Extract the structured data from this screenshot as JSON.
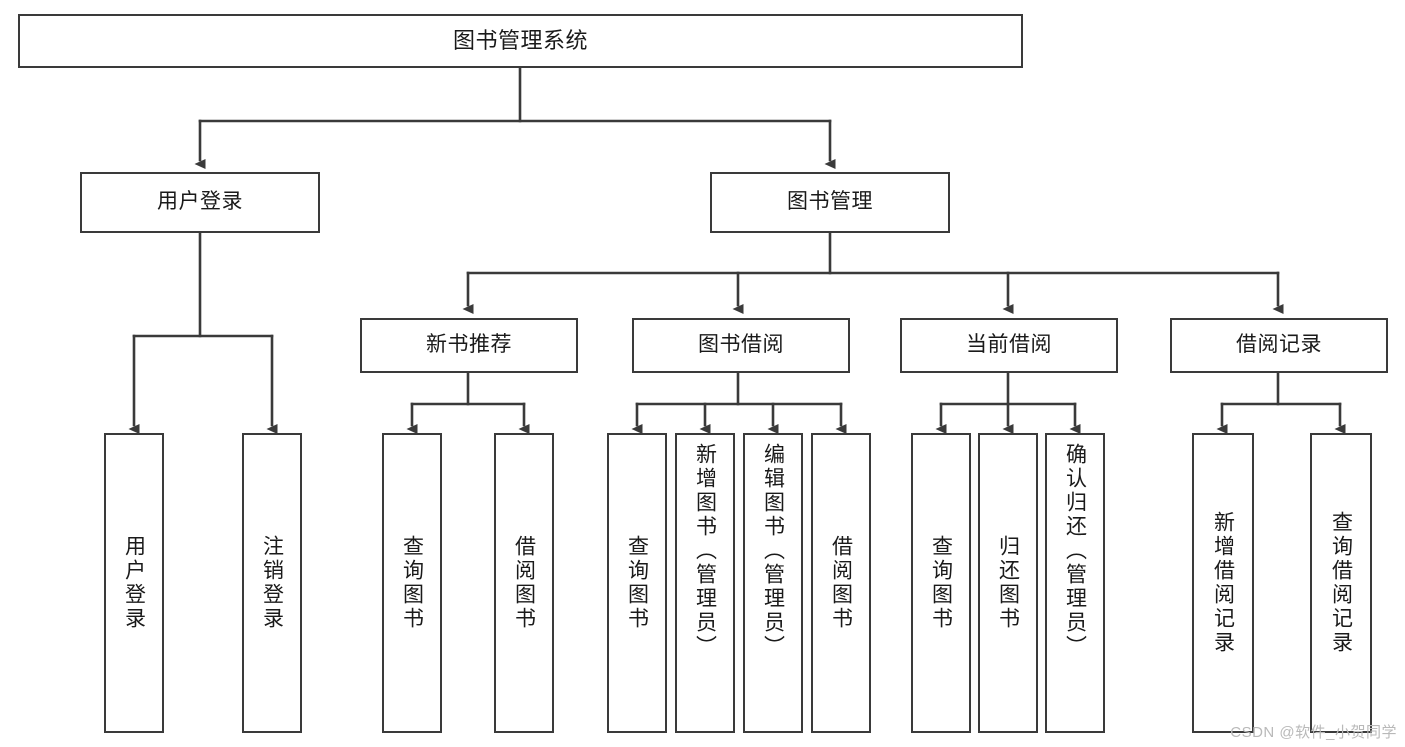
{
  "diagram": {
    "title": "图书管理系统",
    "type": "tree",
    "colors": {
      "box_border": "#3a3a3a",
      "box_fill": "#ffffff",
      "edge": "#3a3a3a",
      "text": "#1a1a1a",
      "background": "#ffffff",
      "watermark": "#b9b9b9"
    },
    "levels": {
      "level1": [
        {
          "id": "root",
          "label": "图书管理系统"
        }
      ],
      "level2": [
        {
          "id": "login",
          "label": "用户登录"
        },
        {
          "id": "bookmgmt",
          "label": "图书管理"
        }
      ],
      "level3": [
        {
          "id": "newbook",
          "label": "新书推荐"
        },
        {
          "id": "borrow",
          "label": "图书借阅"
        },
        {
          "id": "current",
          "label": "当前借阅"
        },
        {
          "id": "record",
          "label": "借阅记录"
        }
      ],
      "level4": [
        {
          "id": "leaf-user-login",
          "label": "用户登录",
          "parent": "login"
        },
        {
          "id": "leaf-logout",
          "label": "注销登录",
          "parent": "login"
        },
        {
          "id": "leaf-query-book-1",
          "label": "查询图书",
          "parent": "newbook"
        },
        {
          "id": "leaf-borrow-book-1",
          "label": "借阅图书",
          "parent": "newbook"
        },
        {
          "id": "leaf-query-book-2",
          "label": "查询图书",
          "parent": "borrow"
        },
        {
          "id": "leaf-add-book",
          "label": "新增图书（管理员）",
          "parent": "borrow"
        },
        {
          "id": "leaf-edit-book",
          "label": "编辑图书（管理员）",
          "parent": "borrow"
        },
        {
          "id": "leaf-borrow-book-2",
          "label": "借阅图书",
          "parent": "borrow"
        },
        {
          "id": "leaf-query-book-3",
          "label": "查询图书",
          "parent": "current"
        },
        {
          "id": "leaf-return-book",
          "label": "归还图书",
          "parent": "current"
        },
        {
          "id": "leaf-confirm-ret",
          "label": "确认归还（管理员）",
          "parent": "current"
        },
        {
          "id": "leaf-add-record",
          "label": "新增借阅记录",
          "parent": "record"
        },
        {
          "id": "leaf-query-record",
          "label": "查询借阅记录",
          "parent": "record"
        }
      ]
    }
  },
  "watermark": {
    "text": "CSDN @软件_小贺同学"
  }
}
